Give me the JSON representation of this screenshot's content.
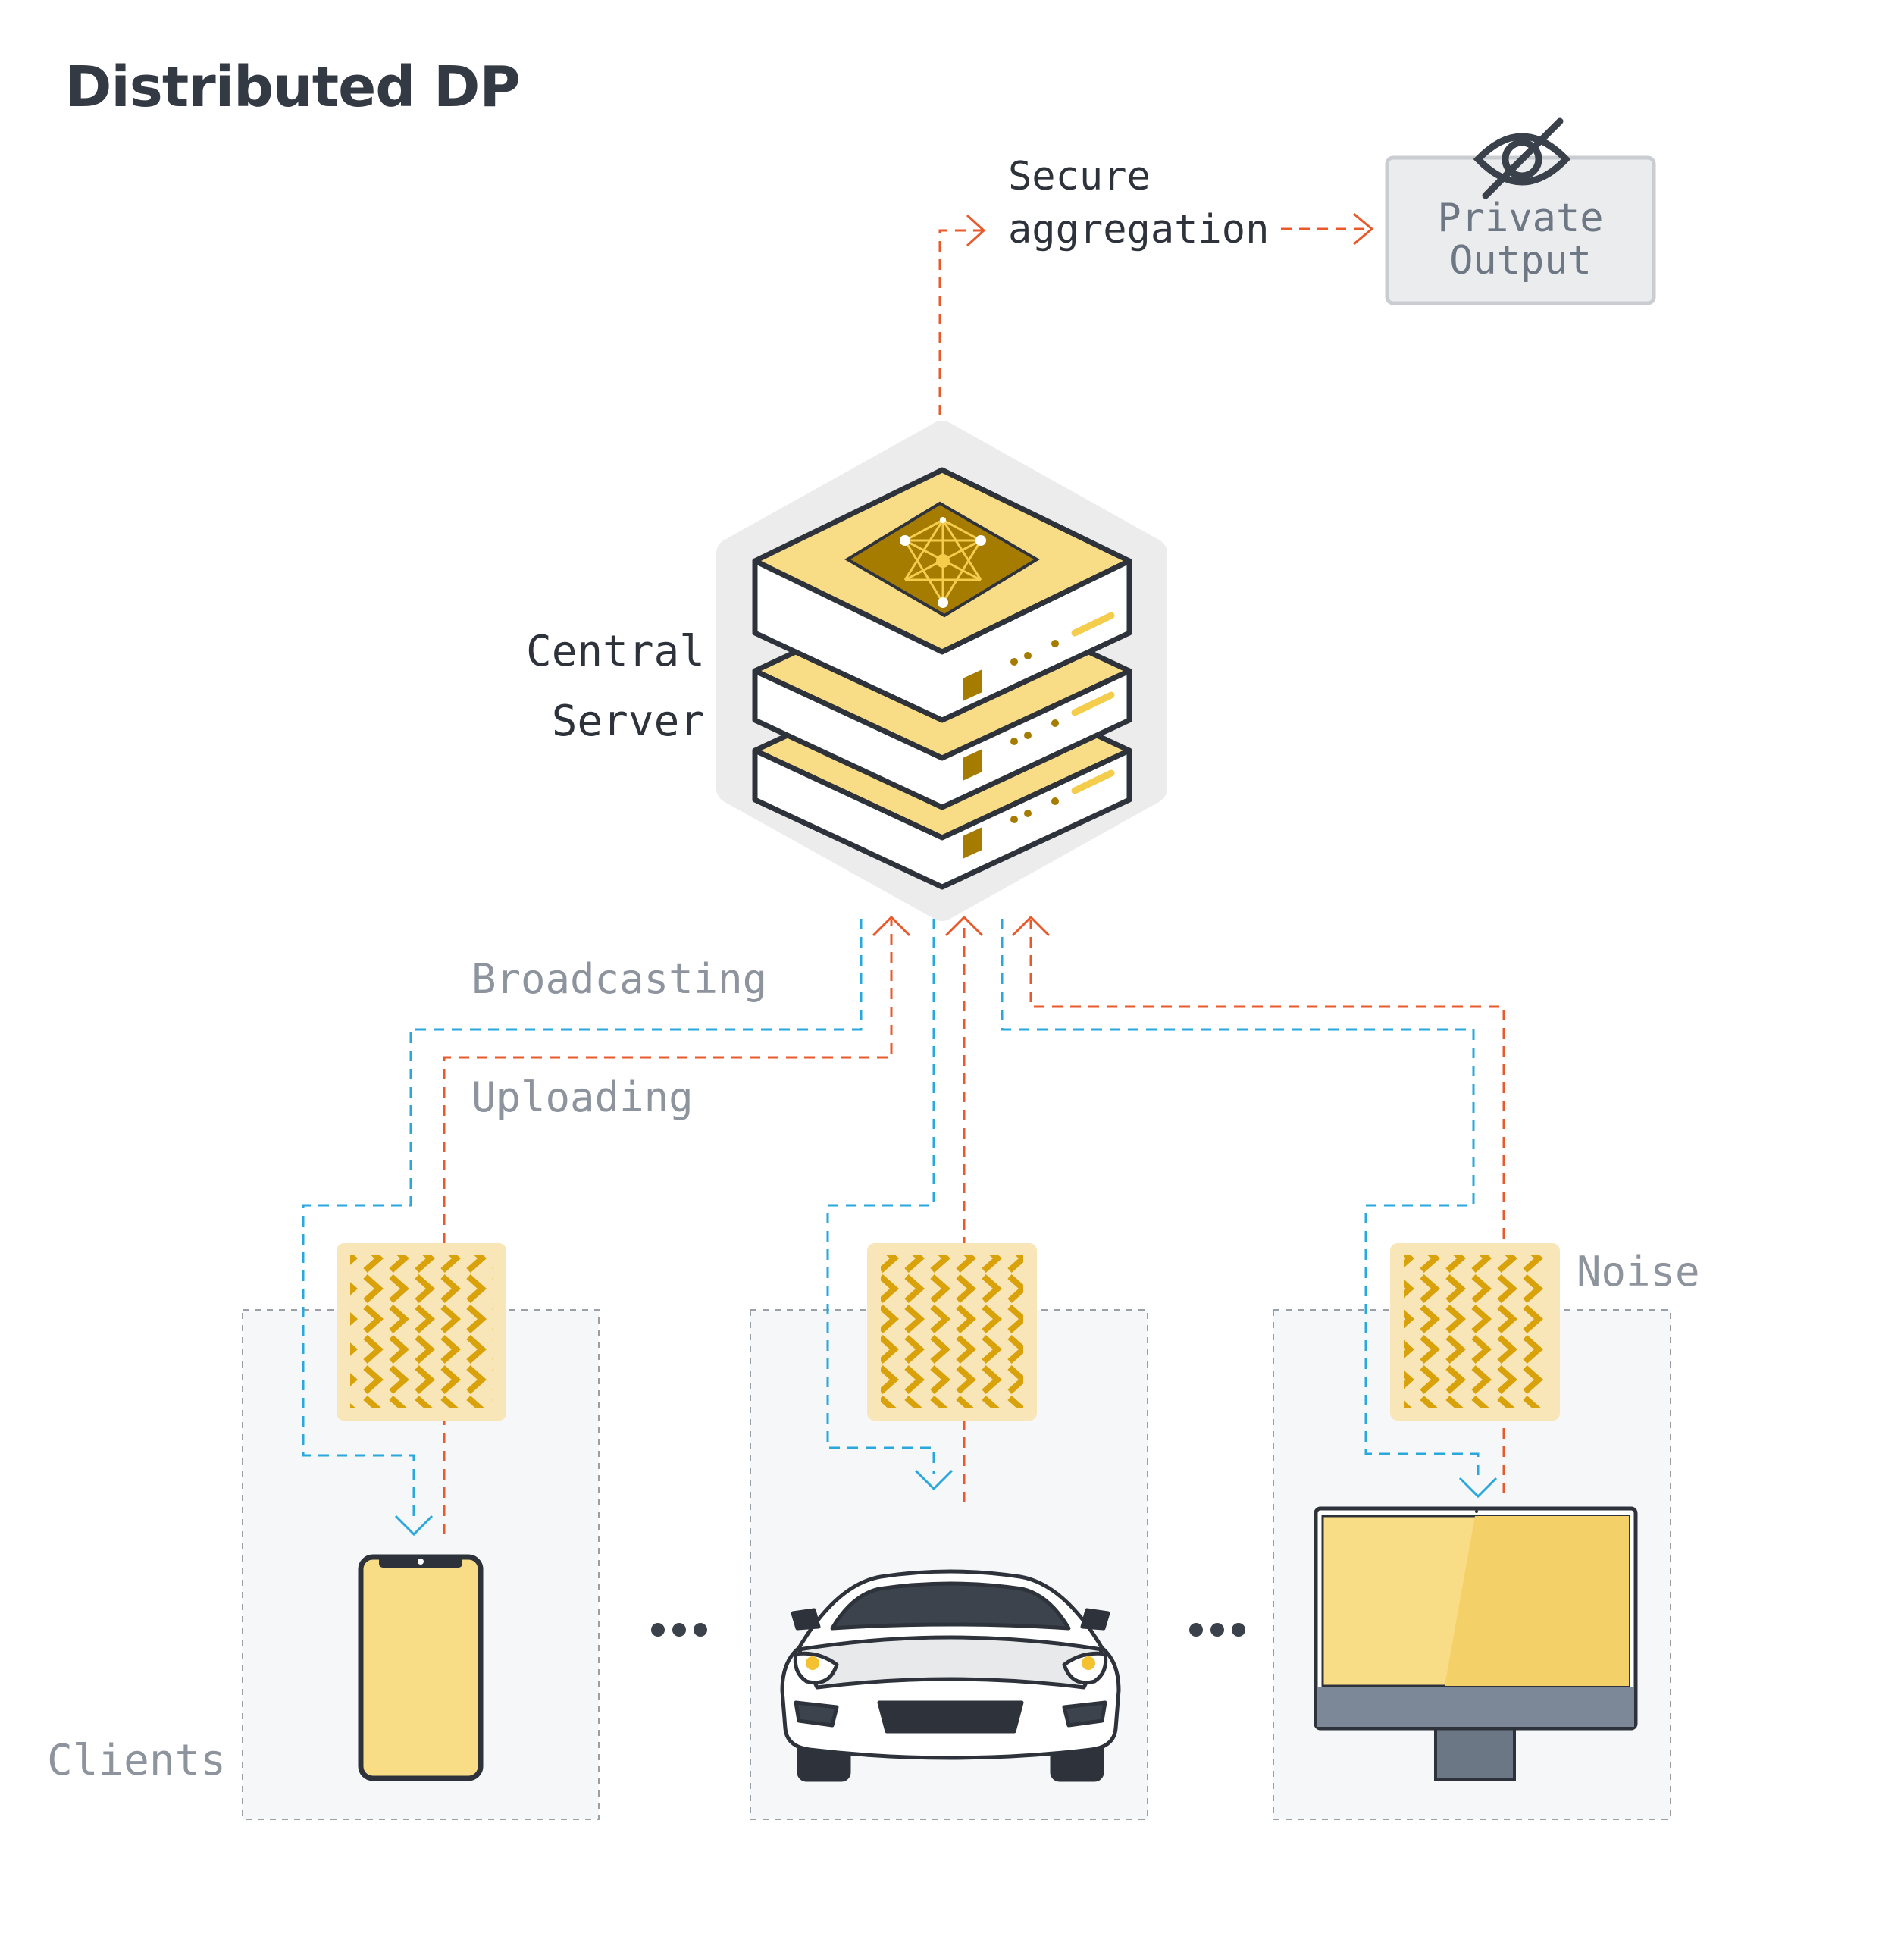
{
  "title": "Distributed DP",
  "labels": {
    "secure_aggregation": [
      "Secure",
      "aggregation"
    ],
    "private_output": [
      "Private",
      "Output"
    ],
    "central_server": [
      "Central",
      "Server"
    ],
    "broadcasting": "Broadcasting",
    "uploading": "Uploading",
    "noise": "Noise",
    "clients": "Clients"
  },
  "icons": {
    "output": "eye-slash-icon",
    "server": "server-stack-icon",
    "noise": "noise-pattern-icon",
    "clients": [
      "smartphone-icon",
      "car-icon",
      "desktop-monitor-icon"
    ],
    "separators": [
      "ellipsis-icon",
      "ellipsis-icon"
    ]
  },
  "colors": {
    "broadcast_arrow": "#2aa7dc",
    "upload_arrow": "#e85a2c",
    "server_top": "#f9dc86",
    "server_chip": "#a67c00",
    "noise_bg": "#f8e6b8",
    "noise_stroke": "#d9a20b",
    "client_bg": "#f6f7f9",
    "text_dark": "#2e333b",
    "text_gray": "#8d949e"
  }
}
